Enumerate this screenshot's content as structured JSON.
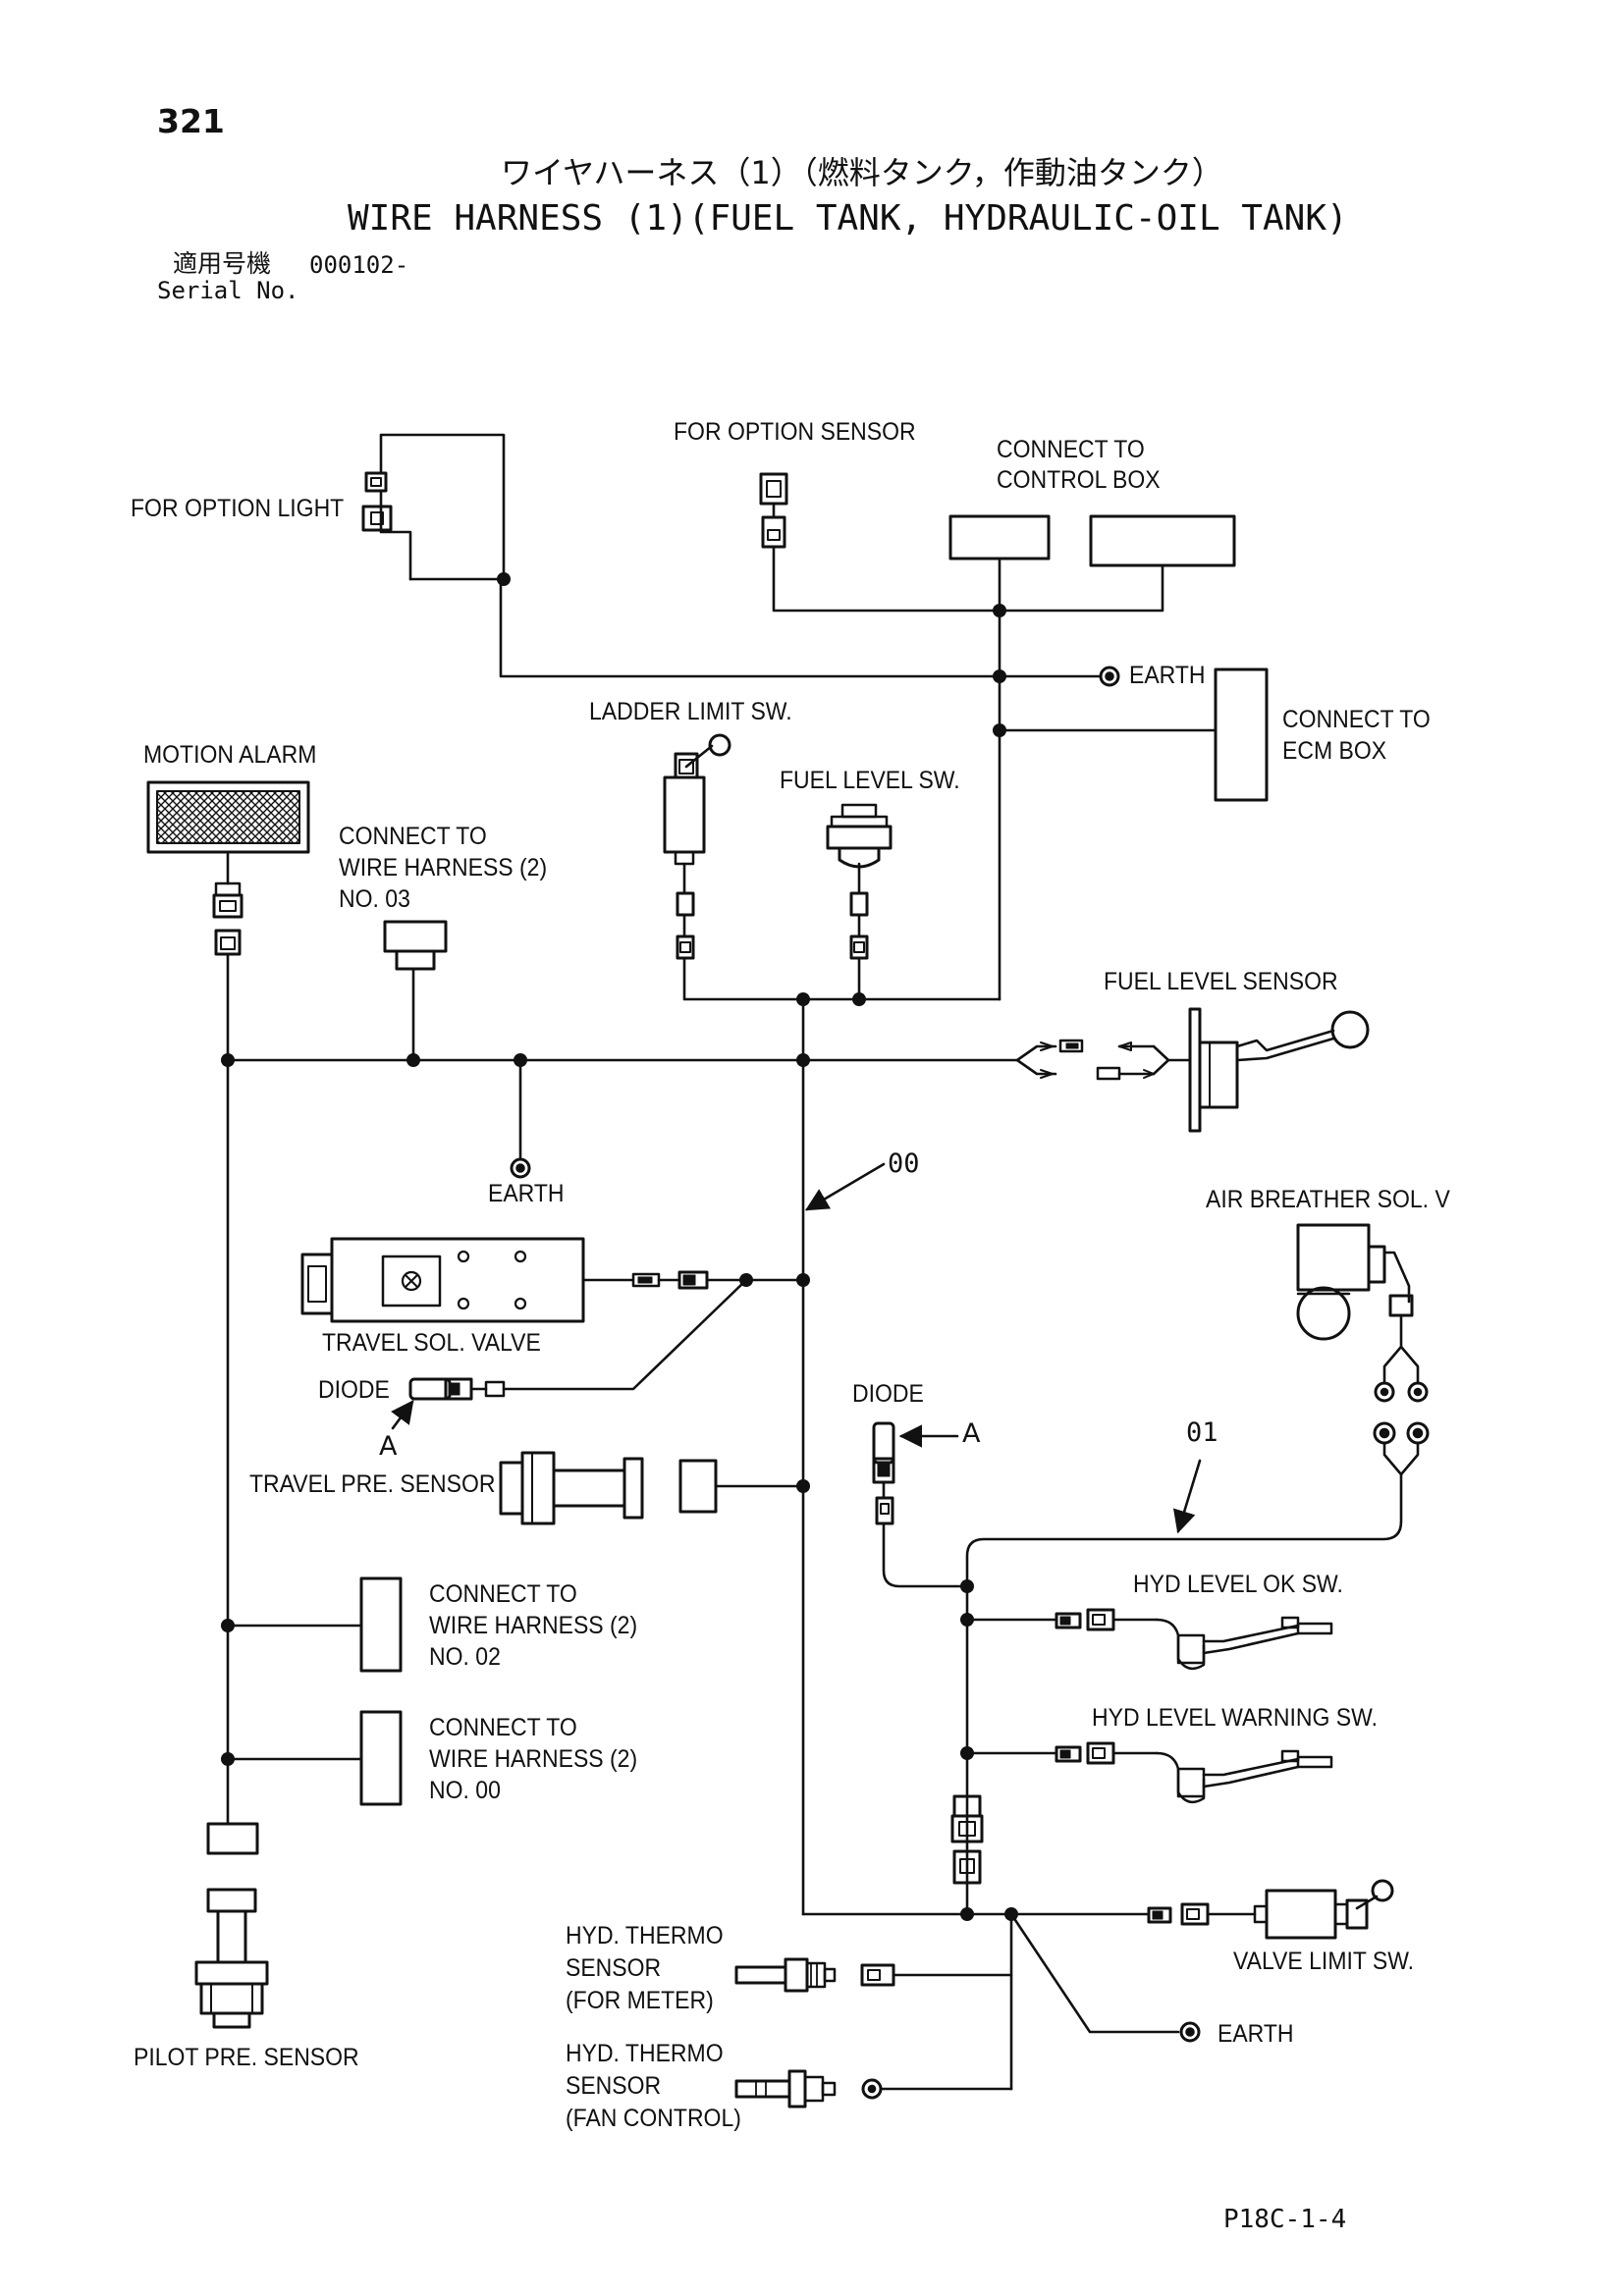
{
  "page": {
    "number": "321",
    "title_ja": "ワイヤハーネス（1）（燃料タンク，作動油タンク）",
    "title_en": "WIRE HARNESS (1)(FUEL TANK, HYDRAULIC-OIL TANK)",
    "serial_label_ja": "適用号機",
    "serial_value": "000102-",
    "serial_label_en": "Serial No.",
    "drawing_code": "P18C-1-4"
  },
  "labels": {
    "for_option_light": "FOR OPTION LIGHT",
    "for_option_sensor": "FOR OPTION SENSOR",
    "connect_to_control_box_1": "CONNECT TO",
    "connect_to_control_box_2": "CONTROL BOX",
    "earth_top": "EARTH",
    "connect_to_ecm_1": "CONNECT TO",
    "connect_to_ecm_2": "ECM BOX",
    "ladder_limit_sw": "LADDER LIMIT SW.",
    "motion_alarm": "MOTION ALARM",
    "fuel_level_sw": "FUEL LEVEL SW.",
    "connect_wh2_no03_1": "CONNECT TO",
    "connect_wh2_no03_2": "WIRE HARNESS (2)",
    "connect_wh2_no03_3": "NO. 03",
    "fuel_level_sensor": "FUEL LEVEL SENSOR",
    "earth_mid": "EARTH",
    "harness_00": "00",
    "air_breather": "AIR BREATHER SOL. V",
    "travel_sol_valve": "TRAVEL SOL. VALVE",
    "diode_left": "DIODE",
    "diode_left_a": "A",
    "diode_right": "DIODE",
    "diode_right_a": "A",
    "harness_01": "01",
    "travel_pre_sensor": "TRAVEL PRE. SENSOR",
    "hyd_level_ok": "HYD LEVEL OK SW.",
    "connect_wh2_no02_1": "CONNECT TO",
    "connect_wh2_no02_2": "WIRE HARNESS (2)",
    "connect_wh2_no02_3": "NO. 02",
    "hyd_level_warning": "HYD LEVEL WARNING SW.",
    "connect_wh2_no00_1": "CONNECT TO",
    "connect_wh2_no00_2": "WIRE HARNESS (2)",
    "connect_wh2_no00_3": "NO. 00",
    "hyd_thermo_meter_1": "HYD. THERMO",
    "hyd_thermo_meter_2": "SENSOR",
    "hyd_thermo_meter_3": "(FOR METER)",
    "valve_limit_sw": "VALVE LIMIT SW.",
    "earth_bottom": "EARTH",
    "pilot_pre_sensor": "PILOT PRE. SENSOR",
    "hyd_thermo_fan_1": "HYD. THERMO",
    "hyd_thermo_fan_2": "SENSOR",
    "hyd_thermo_fan_3": "(FAN CONTROL)"
  },
  "colors": {
    "ink": "#111111",
    "paper": "#ffffff"
  }
}
